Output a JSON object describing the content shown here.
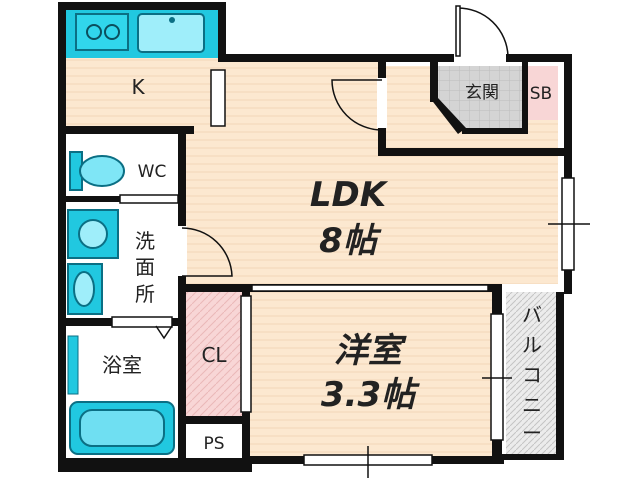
{
  "rooms": {
    "kitchen": "K",
    "ldk_name": "LDK",
    "ldk_size": "8帖",
    "entrance": "玄関",
    "shoe_box": "SB",
    "wc": "WC",
    "washroom": [
      "洗",
      "面",
      "所"
    ],
    "bath": "浴室",
    "closet": "CL",
    "western_name": "洋室",
    "western_size": "3.3帖",
    "pipe_space": "PS",
    "balcony": [
      "バ",
      "ル",
      "コ",
      "ニ",
      "ー"
    ]
  },
  "colors": {
    "wall": "#111111",
    "floor_wood": "#fce8d0",
    "wet_area": "#21c8e0",
    "closet": "#f8d0d0",
    "entrance_floor": "#cfcfcf",
    "balcony": "#e9e9e9"
  }
}
